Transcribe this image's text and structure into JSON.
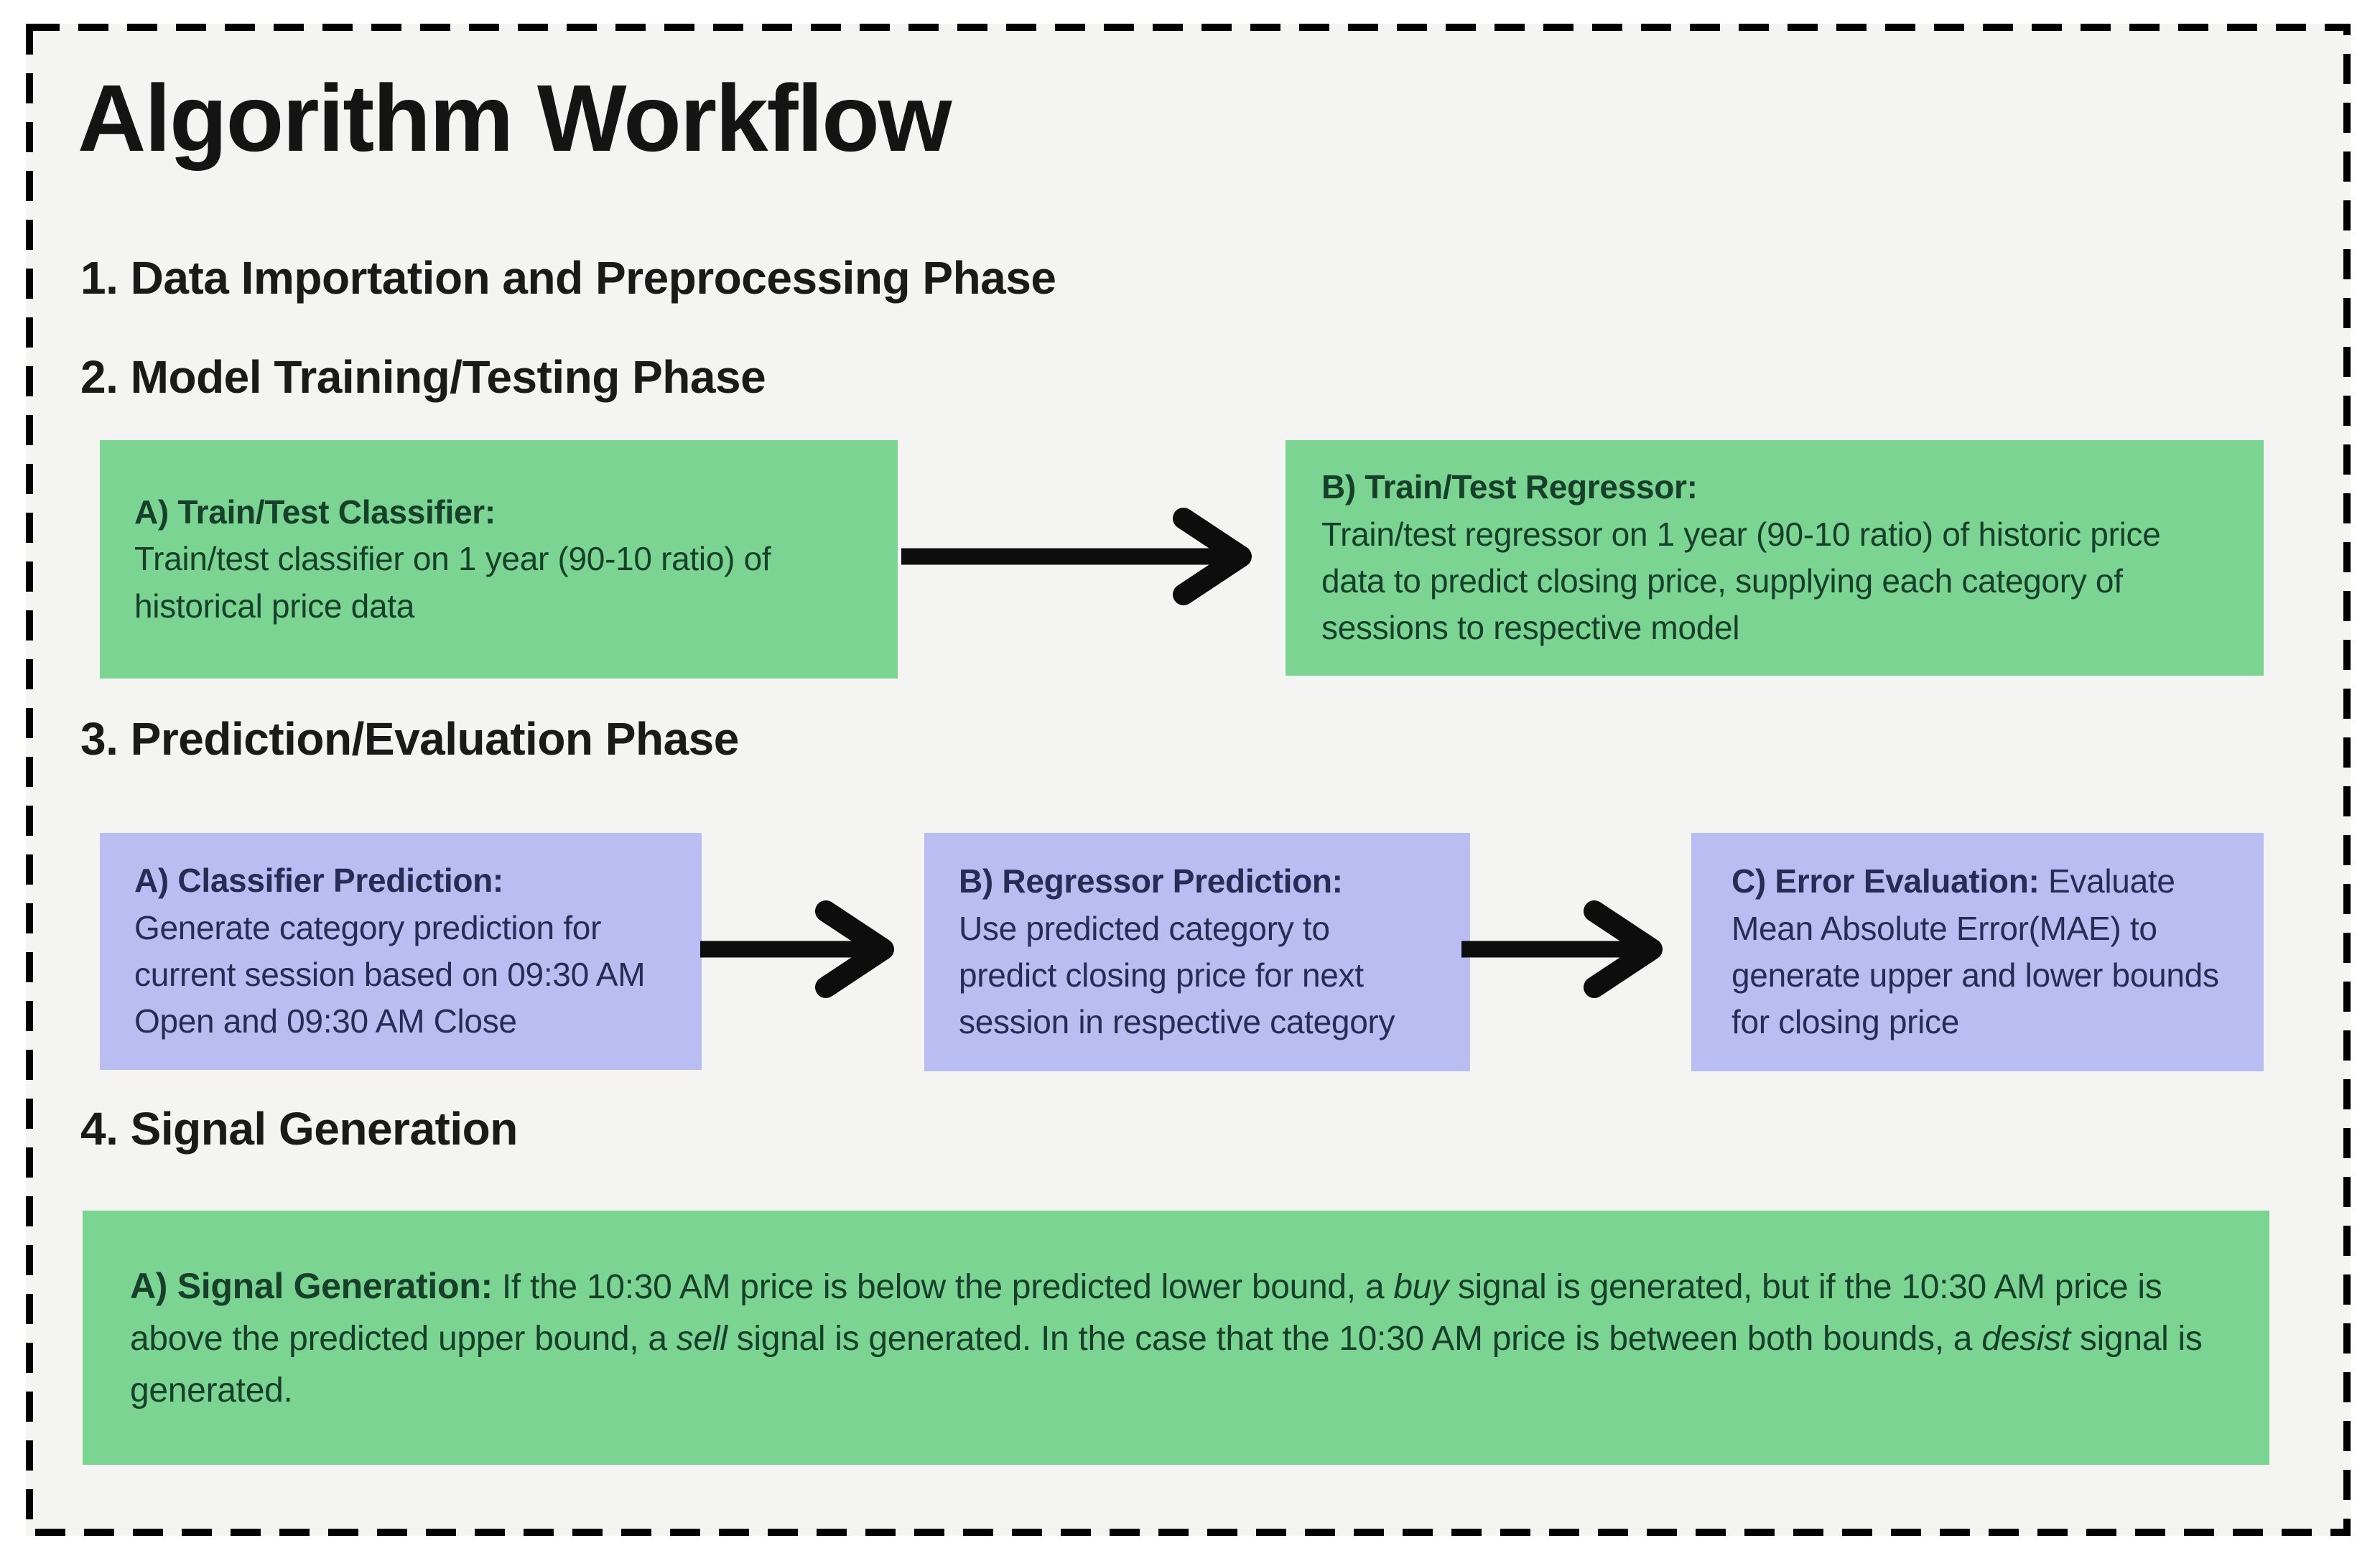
{
  "title": "Algorithm Workflow",
  "phase_headings": [
    "1. Data Importation and Preprocessing Phase",
    "2. Model Training/Testing Phase",
    "3. Prediction/Evaluation Phase",
    "4. Signal Generation"
  ],
  "model_training_boxes": [
    {
      "header": "A) Train/Test Classifier:",
      "body": "Train/test classifier on 1 year (90-10 ratio) of historical price data"
    },
    {
      "header": "B) Train/Test Regressor:",
      "body": "Train/test regressor on 1 year (90-10 ratio) of historic price data to predict closing price, supplying each category of sessions to respective model"
    }
  ],
  "prediction_boxes": [
    {
      "header": "A) Classifier Prediction:",
      "body": "Generate category prediction for current session based on 09:30 AM Open and 09:30 AM Close"
    },
    {
      "header": "B) Regressor Prediction:",
      "body": "Use predicted category to predict closing price for next session in respective category"
    },
    {
      "header": "C) Error Evaluation:",
      "body": " Evaluate Mean Absolute Error(MAE) to generate upper and lower bounds for closing price"
    }
  ],
  "signal_box": {
    "header": "A) Signal Generation:",
    "body_segments": [
      {
        "text": " If the 10:30 AM price is below the predicted lower bound, a "
      },
      {
        "text": "buy",
        "italic": true
      },
      {
        "text": " signal is generated, but if the 10:30 AM price is above the predicted upper bound, a "
      },
      {
        "text": "sell",
        "italic": true
      },
      {
        "text": " signal is generated. In the case that the 10:30 AM price is between both bounds, a "
      },
      {
        "text": "desist",
        "italic": true
      },
      {
        "text": " signal is generated."
      }
    ]
  },
  "colors": {
    "green": "#7cd492",
    "purple": "#b9bdf1",
    "green_text": "#17402a",
    "purple_text": "#272c55",
    "heading": "#1a1a1a",
    "background": "#f4f4f2",
    "border": "#000000",
    "arrow": "#0d0d0d"
  }
}
